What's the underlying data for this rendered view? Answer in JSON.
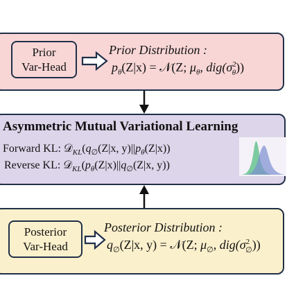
{
  "prior": {
    "head_line1": "Prior",
    "head_line2": "Var-Head",
    "title": "Prior Distribution :",
    "formula": {
      "lhs": "p",
      "lhs_sub": "θ",
      "lhs_arg": "(Z|x) = ",
      "rhs_n": "𝒩",
      "rhs_open": "(Z; ",
      "mu": "μ",
      "mu_sub": "θ",
      "dig": ", dig",
      "sigma": "(σ",
      "sigma_sub": "θ",
      "sigma_sup": "2",
      "close": "))"
    }
  },
  "middle": {
    "title": "Asymmetric Mutual Variational Learning",
    "forward": {
      "label": "Forward KL: ",
      "d": "𝒟",
      "d_sub": "KL",
      "open": "(",
      "q": "q",
      "q_sub": "∅",
      "q_arg": "(Z|x, y)||",
      "p": "p",
      "p_sub": "θ",
      "p_arg": "(Z|x))"
    },
    "reverse": {
      "label": "Reverse KL: ",
      "d": "𝒟",
      "d_sub": "KL",
      "open": "(",
      "p": "p",
      "p_sub": "θ",
      "p_arg": "(Z|x)||",
      "q": "q",
      "q_sub": "∅",
      "q_arg": "(Z|x, y))"
    }
  },
  "posterior": {
    "head_line1": "Posterior",
    "head_line2": "Var-Head",
    "title": "Posterior Distribution :",
    "formula": {
      "lhs": "q",
      "lhs_sub": "∅",
      "lhs_arg": "(Z|x, y) = ",
      "rhs_n": "𝒩",
      "rhs_open": "(Z; ",
      "mu": "μ",
      "mu_sub": "∅",
      "dig": ", dig",
      "sigma": "(σ",
      "sigma_sub": "∅",
      "sigma_sup": "2",
      "close": "))"
    }
  },
  "colors": {
    "prior_bg": "#f8d6d6",
    "middle_bg": "#ddd5ea",
    "posterior_bg": "#fbf0cc",
    "border": "#1f2f48",
    "green_curve": "#5fbf8a",
    "blue_curve": "#7a8fd0"
  }
}
